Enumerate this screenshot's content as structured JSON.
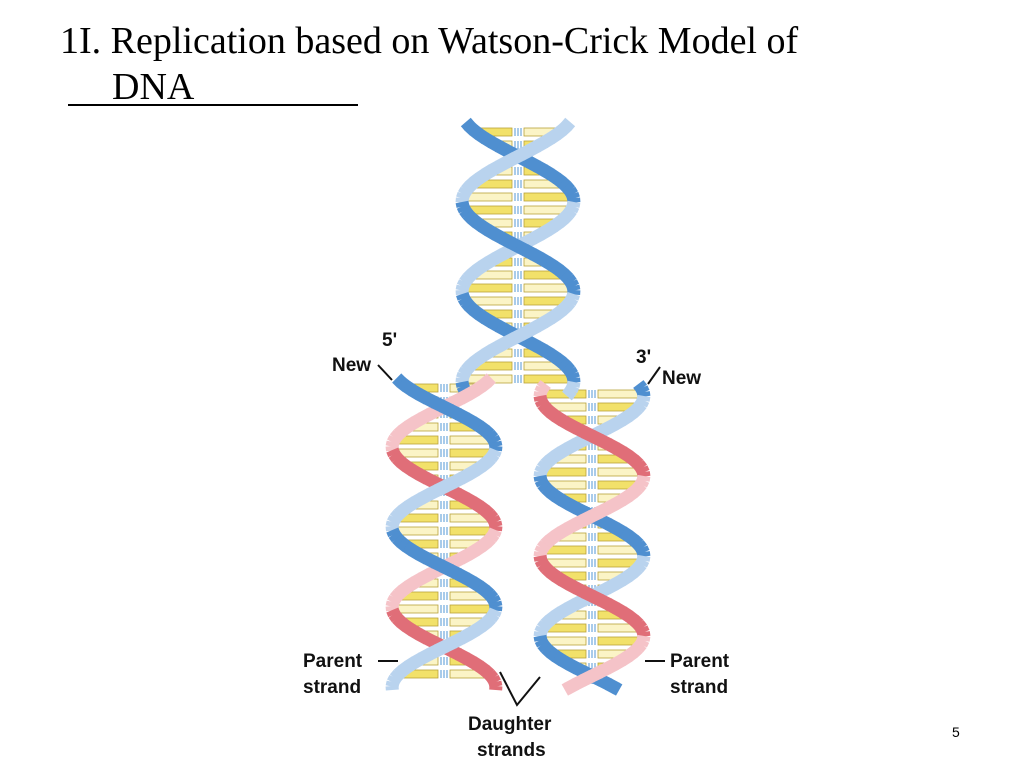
{
  "slide": {
    "title_line1": "1I. Replication based on Watson-Crick Model of",
    "title_line2": "DNA",
    "page_number": "5"
  },
  "diagram": {
    "labels": {
      "five_prime": "5'",
      "new_left": "New",
      "three_prime": "3'",
      "new_right": "New",
      "parent_left_1": "Parent",
      "parent_left_2": "strand",
      "parent_right_1": "Parent",
      "parent_right_2": "strand",
      "daughter_1": "Daughter",
      "daughter_2": "strands"
    },
    "colors": {
      "parent_strand": "#4f8fd0",
      "parent_strand_light": "#b9d3ee",
      "new_strand": "#e06e78",
      "new_strand_light": "#f5c3c8",
      "base_yellow": "#f2e16a",
      "base_pale": "#fbf4c6",
      "hbond": "#6fa8dc"
    }
  }
}
